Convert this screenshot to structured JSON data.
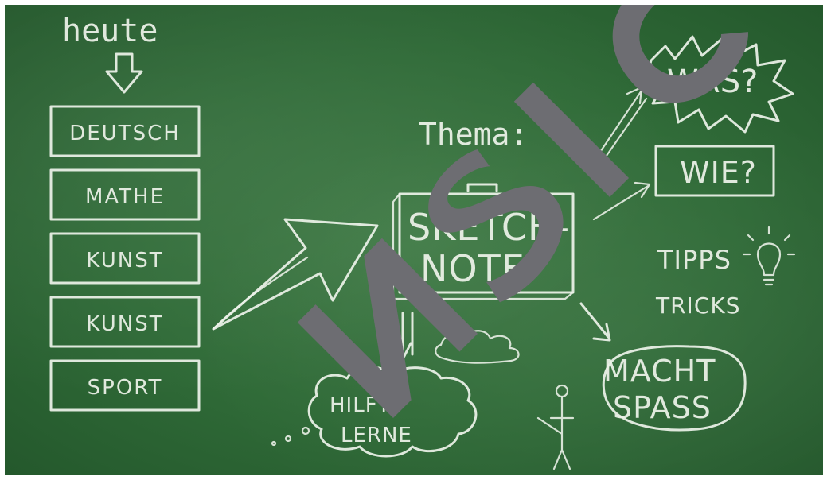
{
  "left_column": {
    "heading": "heute",
    "subjects": [
      "DEUTSCH",
      "MATHE",
      "KUNST",
      "KUNST",
      "SPORT"
    ]
  },
  "center": {
    "thema_label": "Thema:",
    "board_line1": "SKETCH-",
    "board_line2": "NOTE",
    "thought_line1": "HILFT",
    "thought_line2": "LERNE"
  },
  "right_column": {
    "was": "WAS?",
    "wie": "WIE?",
    "tipps": "TIPPS",
    "tricks": "TRICKS",
    "macht_line1": "MACHT",
    "macht_line2": "SPASS"
  },
  "watermark": {
    "letters": [
      "N",
      "S",
      "I",
      "C"
    ],
    "color": "#6d6d72"
  },
  "colors": {
    "chalkboard": "#2f6a37",
    "chalk": "#eef3ea"
  }
}
